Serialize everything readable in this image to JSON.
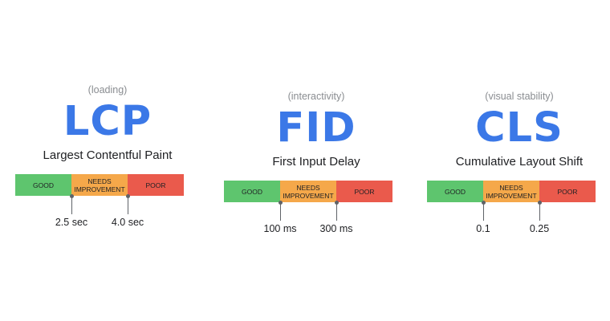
{
  "colors": {
    "metric_title": "#3b78e7",
    "good": "#5ec56e",
    "needs_improvement": "#f5a84a",
    "poor": "#ea5a4c"
  },
  "metrics": [
    {
      "category": "(loading)",
      "abbr": "LCP",
      "name": "Largest Contentful Paint",
      "segments": [
        "GOOD",
        "NEEDS\nIMPROVEMENT",
        "POOR"
      ],
      "thresholds": [
        "2.5 sec",
        "4.0 sec"
      ]
    },
    {
      "category": "(interactivity)",
      "abbr": "FID",
      "name": "First Input Delay",
      "segments": [
        "GOOD",
        "NEEDS\nIMPROVEMENT",
        "POOR"
      ],
      "thresholds": [
        "100 ms",
        "300 ms"
      ]
    },
    {
      "category": "(visual stability)",
      "abbr": "CLS",
      "name": "Cumulative Layout Shift",
      "segments": [
        "GOOD",
        "NEEDS\nIMPROVEMENT",
        "POOR"
      ],
      "thresholds": [
        "0.1",
        "0.25"
      ]
    }
  ]
}
